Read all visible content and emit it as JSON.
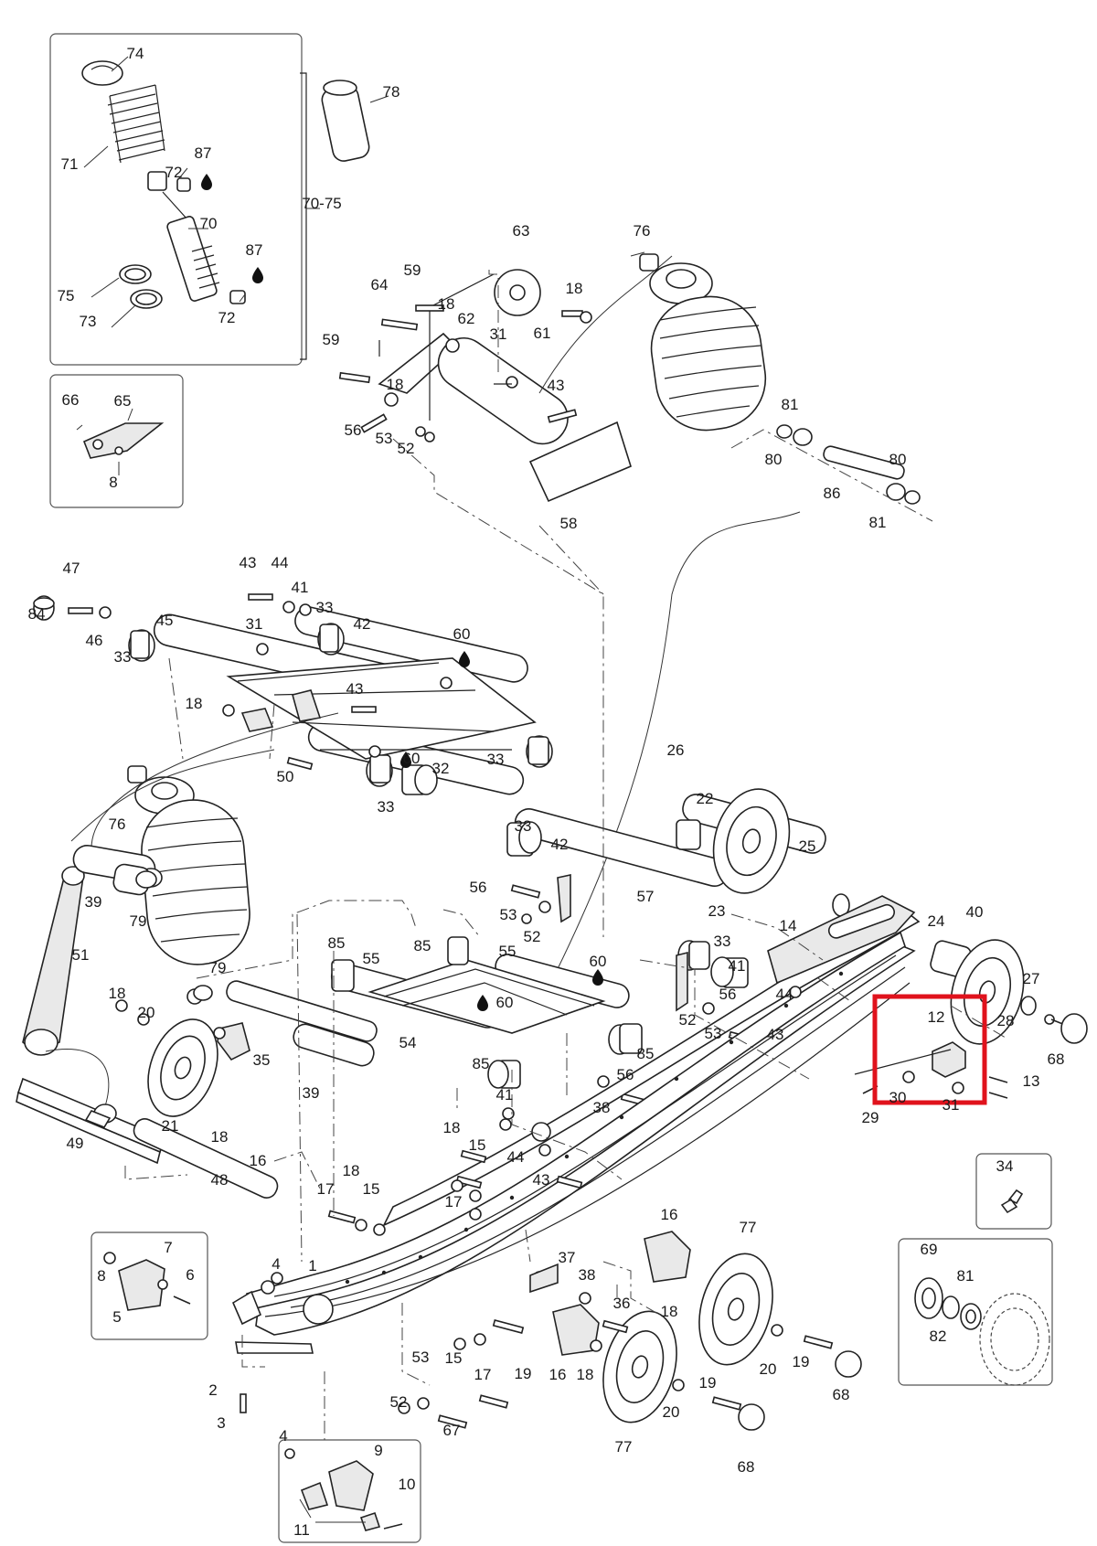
{
  "diagram": {
    "callouts": [
      {
        "id": "c74",
        "text": "74"
      },
      {
        "id": "c78",
        "text": "78"
      },
      {
        "id": "c71",
        "text": "71"
      },
      {
        "id": "c72a",
        "text": "72"
      },
      {
        "id": "c87a",
        "text": "87"
      },
      {
        "id": "c70",
        "text": "70"
      },
      {
        "id": "c70-75",
        "text": "70-75"
      },
      {
        "id": "c87b",
        "text": "87"
      },
      {
        "id": "c75",
        "text": "75"
      },
      {
        "id": "c72b",
        "text": "72"
      },
      {
        "id": "c73",
        "text": "73"
      },
      {
        "id": "c66",
        "text": "66"
      },
      {
        "id": "c65",
        "text": "65"
      },
      {
        "id": "c8a",
        "text": "8"
      },
      {
        "id": "c63",
        "text": "63"
      },
      {
        "id": "c76a",
        "text": "76"
      },
      {
        "id": "c59a",
        "text": "59"
      },
      {
        "id": "c64",
        "text": "64"
      },
      {
        "id": "c18a",
        "text": "18"
      },
      {
        "id": "c18b",
        "text": "18"
      },
      {
        "id": "c62",
        "text": "62"
      },
      {
        "id": "c61",
        "text": "61"
      },
      {
        "id": "c59b",
        "text": "59"
      },
      {
        "id": "c31a",
        "text": "31"
      },
      {
        "id": "c18c",
        "text": "18"
      },
      {
        "id": "c43a",
        "text": "43"
      },
      {
        "id": "c56a",
        "text": "56"
      },
      {
        "id": "c53a",
        "text": "53"
      },
      {
        "id": "c52a",
        "text": "52"
      },
      {
        "id": "c58",
        "text": "58"
      },
      {
        "id": "c81a",
        "text": "81"
      },
      {
        "id": "c80a",
        "text": "80"
      },
      {
        "id": "c80b",
        "text": "80"
      },
      {
        "id": "c86",
        "text": "86"
      },
      {
        "id": "c81b",
        "text": "81"
      },
      {
        "id": "c47",
        "text": "47"
      },
      {
        "id": "c84",
        "text": "84"
      },
      {
        "id": "c46",
        "text": "46"
      },
      {
        "id": "c33a",
        "text": "33"
      },
      {
        "id": "c45",
        "text": "45"
      },
      {
        "id": "c43b",
        "text": "43"
      },
      {
        "id": "c44a",
        "text": "44"
      },
      {
        "id": "c41a",
        "text": "41"
      },
      {
        "id": "c33b",
        "text": "33"
      },
      {
        "id": "c42a",
        "text": "42"
      },
      {
        "id": "c31b",
        "text": "31"
      },
      {
        "id": "c60a",
        "text": "60"
      },
      {
        "id": "c18d",
        "text": "18"
      },
      {
        "id": "c43c",
        "text": "43"
      },
      {
        "id": "c60b",
        "text": "60"
      },
      {
        "id": "c32",
        "text": "32"
      },
      {
        "id": "c33c",
        "text": "33"
      },
      {
        "id": "c50",
        "text": "50"
      },
      {
        "id": "c76b",
        "text": "76"
      },
      {
        "id": "c33d",
        "text": "33"
      },
      {
        "id": "c26",
        "text": "26"
      },
      {
        "id": "c22",
        "text": "22"
      },
      {
        "id": "c25",
        "text": "25"
      },
      {
        "id": "c23",
        "text": "23"
      },
      {
        "id": "c33e",
        "text": "33"
      },
      {
        "id": "c42b",
        "text": "42"
      },
      {
        "id": "c56b",
        "text": "56"
      },
      {
        "id": "c57",
        "text": "57"
      },
      {
        "id": "c53b",
        "text": "53"
      },
      {
        "id": "c52b",
        "text": "52"
      },
      {
        "id": "c39a",
        "text": "39"
      },
      {
        "id": "c79a",
        "text": "79"
      },
      {
        "id": "c51",
        "text": "51"
      },
      {
        "id": "c79b",
        "text": "79"
      },
      {
        "id": "c85a",
        "text": "85"
      },
      {
        "id": "c85b",
        "text": "85"
      },
      {
        "id": "c55a",
        "text": "55"
      },
      {
        "id": "c55b",
        "text": "55"
      },
      {
        "id": "c60c",
        "text": "60"
      },
      {
        "id": "c60d",
        "text": "60"
      },
      {
        "id": "c14",
        "text": "14"
      },
      {
        "id": "c33f",
        "text": "33"
      },
      {
        "id": "c41b",
        "text": "41"
      },
      {
        "id": "c56c",
        "text": "56"
      },
      {
        "id": "c44b",
        "text": "44"
      },
      {
        "id": "c52c",
        "text": "52"
      },
      {
        "id": "c53c",
        "text": "53"
      },
      {
        "id": "c43d",
        "text": "43"
      },
      {
        "id": "c24",
        "text": "24"
      },
      {
        "id": "c40",
        "text": "40"
      },
      {
        "id": "c27",
        "text": "27"
      },
      {
        "id": "c28",
        "text": "28"
      },
      {
        "id": "c68a",
        "text": "68"
      },
      {
        "id": "c12",
        "text": "12"
      },
      {
        "id": "c13",
        "text": "13"
      },
      {
        "id": "c30",
        "text": "30"
      },
      {
        "id": "c31c",
        "text": "31"
      },
      {
        "id": "c29",
        "text": "29"
      },
      {
        "id": "c18e",
        "text": "18"
      },
      {
        "id": "c20a",
        "text": "20"
      },
      {
        "id": "c35",
        "text": "35"
      },
      {
        "id": "c54",
        "text": "54"
      },
      {
        "id": "c85c",
        "text": "85"
      },
      {
        "id": "c85d",
        "text": "85"
      },
      {
        "id": "c56d",
        "text": "56"
      },
      {
        "id": "c38a",
        "text": "38"
      },
      {
        "id": "c39b",
        "text": "39"
      },
      {
        "id": "c21",
        "text": "21"
      },
      {
        "id": "c18f",
        "text": "18"
      },
      {
        "id": "c16a",
        "text": "16"
      },
      {
        "id": "c49",
        "text": "49"
      },
      {
        "id": "c41c",
        "text": "41"
      },
      {
        "id": "c18g",
        "text": "18"
      },
      {
        "id": "c15a",
        "text": "15"
      },
      {
        "id": "c44c",
        "text": "44"
      },
      {
        "id": "c43e",
        "text": "43"
      },
      {
        "id": "c17a",
        "text": "17"
      },
      {
        "id": "c18h",
        "text": "18"
      },
      {
        "id": "c17b",
        "text": "17"
      },
      {
        "id": "c15b",
        "text": "15"
      },
      {
        "id": "c48",
        "text": "48"
      },
      {
        "id": "c34",
        "text": "34"
      },
      {
        "id": "c7",
        "text": "7"
      },
      {
        "id": "c8b",
        "text": "8"
      },
      {
        "id": "c6",
        "text": "6"
      },
      {
        "id": "c5",
        "text": "5"
      },
      {
        "id": "c4a",
        "text": "4"
      },
      {
        "id": "c1",
        "text": "1"
      },
      {
        "id": "c16b",
        "text": "16"
      },
      {
        "id": "c77a",
        "text": "77"
      },
      {
        "id": "c37",
        "text": "37"
      },
      {
        "id": "c38b",
        "text": "38"
      },
      {
        "id": "c36",
        "text": "36"
      },
      {
        "id": "c18i",
        "text": "18"
      },
      {
        "id": "c69",
        "text": "69"
      },
      {
        "id": "c81c",
        "text": "81"
      },
      {
        "id": "c82",
        "text": "82"
      },
      {
        "id": "c20b",
        "text": "20"
      },
      {
        "id": "c19a",
        "text": "19"
      },
      {
        "id": "c68b",
        "text": "68"
      },
      {
        "id": "c15c",
        "text": "15"
      },
      {
        "id": "c17c",
        "text": "17"
      },
      {
        "id": "c19b",
        "text": "19"
      },
      {
        "id": "c16c",
        "text": "16"
      },
      {
        "id": "c18j",
        "text": "18"
      },
      {
        "id": "c2",
        "text": "2"
      },
      {
        "id": "c3",
        "text": "3"
      },
      {
        "id": "c53d",
        "text": "53"
      },
      {
        "id": "c52d",
        "text": "52"
      },
      {
        "id": "c67",
        "text": "67"
      },
      {
        "id": "c77b",
        "text": "77"
      },
      {
        "id": "c20c",
        "text": "20"
      },
      {
        "id": "c19c",
        "text": "19"
      },
      {
        "id": "c68c",
        "text": "68"
      },
      {
        "id": "c4b",
        "text": "4"
      },
      {
        "id": "c9",
        "text": "9"
      },
      {
        "id": "c10",
        "text": "10"
      },
      {
        "id": "c11",
        "text": "11"
      }
    ]
  },
  "colors": {
    "line": "#222222",
    "highlight": "#e0121c",
    "background": "#ffffff"
  },
  "icons": [
    "lubricant-drop-icon"
  ]
}
